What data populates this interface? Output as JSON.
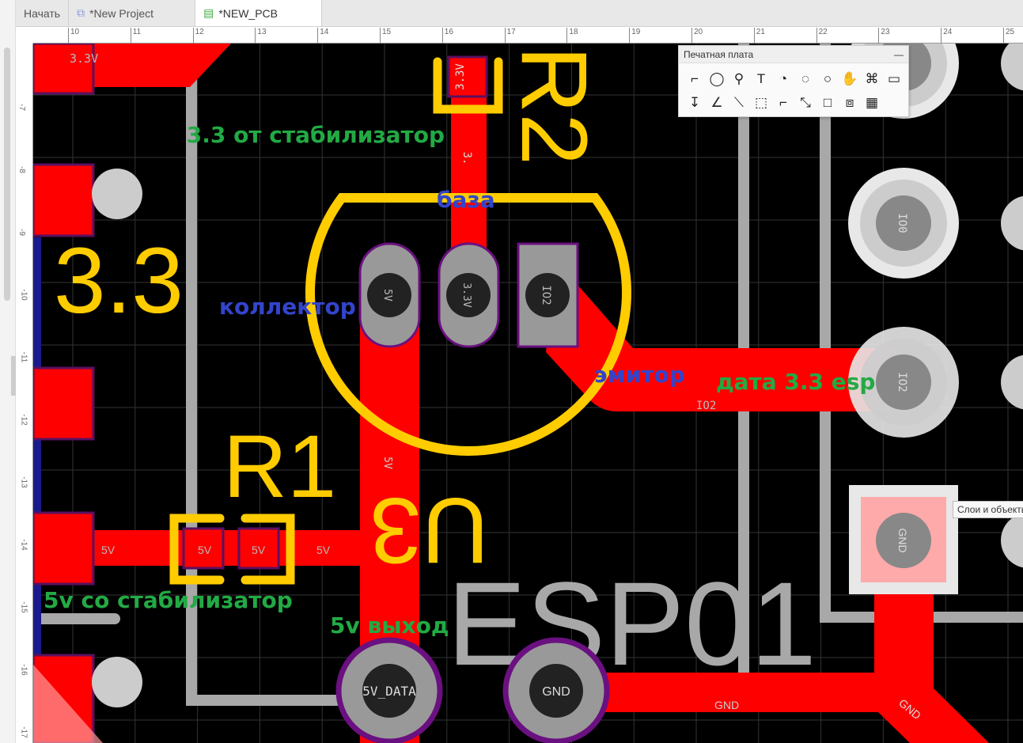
{
  "tabs": [
    {
      "label": "Начать"
    },
    {
      "label": "*New Project",
      "icon": "project-icon"
    },
    {
      "label": "*NEW_PCB",
      "icon": "pcb-icon",
      "active": true
    }
  ],
  "ruler": {
    "top": [
      "10",
      "11",
      "12",
      "13",
      "14",
      "15",
      "16",
      "17",
      "18",
      "19",
      "20",
      "21",
      "22",
      "23",
      "24",
      "25"
    ],
    "left": [
      "-7",
      "-8",
      "-9",
      "-10",
      "-11",
      "-12",
      "-13",
      "-14",
      "-15",
      "-16",
      "-17"
    ]
  },
  "panel": {
    "title": "Печатная плата",
    "minimize": "—",
    "tools": [
      "track-icon",
      "via-icon",
      "pad-icon",
      "text-icon",
      "arc-icon",
      "arc-center-icon",
      "circle-icon",
      "pan-hand-icon",
      "cross-icon",
      "image-icon",
      "dimension-icon",
      "angle-icon",
      "connect-icon",
      "region-icon",
      "board-outline-icon",
      "measure-icon",
      "rectangle-icon",
      "group-icon",
      "table-icon"
    ]
  },
  "tooltip": "Слои и объекты",
  "board": {
    "net_labels": {
      "top_left": "3.3V",
      "pad_top": "3.3V",
      "track_33": "3.",
      "pad_5v": "5V",
      "pad_33": "3.3V",
      "pad_io2": "IO2",
      "io2_track": "IO2",
      "r_5v_a": "5V",
      "r_5v_b": "5V",
      "r_5v_c": "5V",
      "r_5v_d": "5V",
      "track_5v": "5V",
      "via_5vdata": "5V_DATA",
      "via_gnd": "GND",
      "gnd_track": "GND",
      "gnd_track2": "GND",
      "hole_io0": "IO0",
      "hole_io2": "IO2",
      "hole_gnd": "GND"
    },
    "silk": {
      "big_33": "3.3",
      "r1": "R1",
      "u3": "U3",
      "r2": "R2",
      "esp": "ESP01"
    },
    "notes": {
      "stab33": "3.3 от стабилизатор",
      "base": "база",
      "collector": "коллектор",
      "emitter": "эмитор",
      "data": "дата 3.3 esp",
      "stab5v": "5v со стабилизатор",
      "out5v": "5v выход"
    },
    "colors": {
      "track": "#ff0000",
      "silk": "#ffcc00",
      "outline": "#a8a8a8",
      "note_green": "#22aa44",
      "note_blue": "#3344cc"
    }
  }
}
